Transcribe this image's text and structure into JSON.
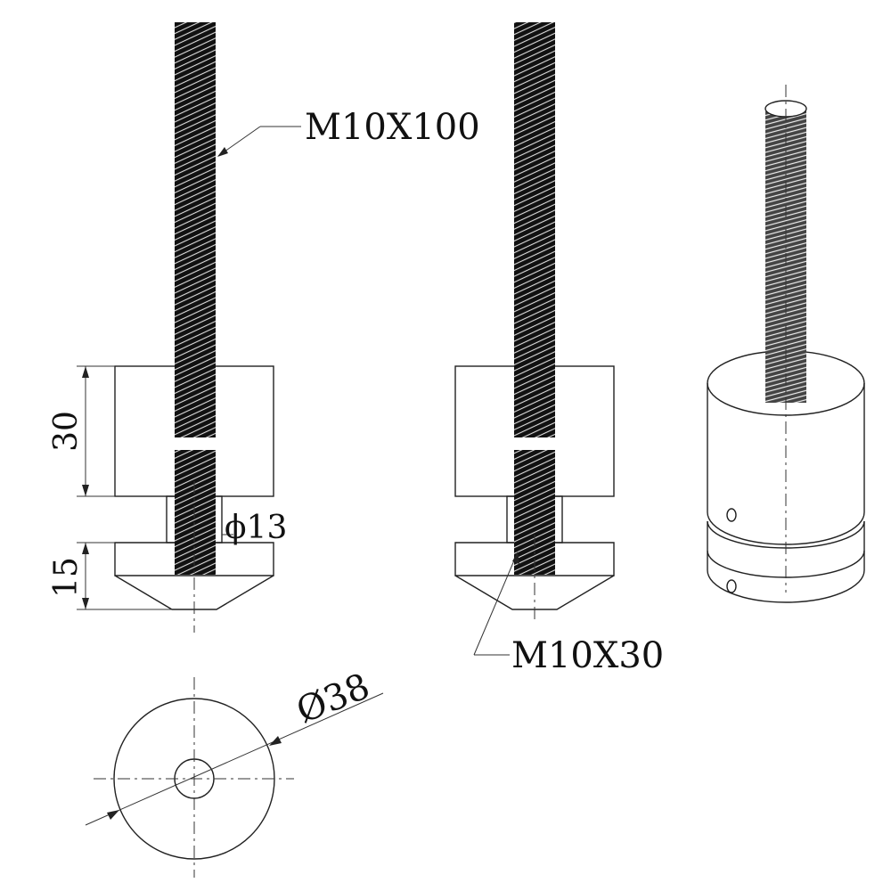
{
  "labels": {
    "rod_spec": "M10X100",
    "screw_spec": "M10X30",
    "height_upper": "30",
    "height_lower": "15",
    "neck_diameter": "ϕ13",
    "outer_diameter": "Ø38"
  },
  "colors": {
    "line": "#222222",
    "thread": "#111111",
    "background": "#ffffff"
  }
}
